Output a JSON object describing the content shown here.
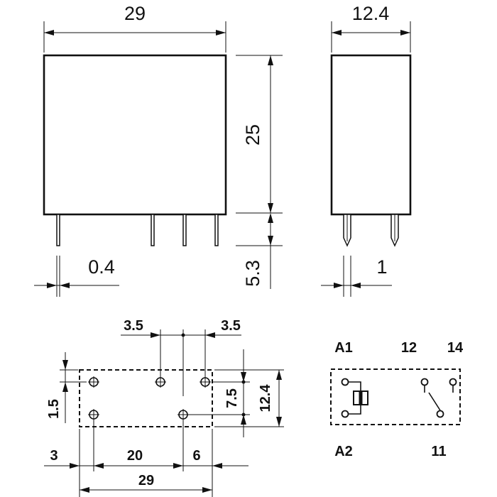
{
  "front_view": {
    "width": "29",
    "height": "25",
    "pin_length": "5.3",
    "pin_thickness": "0.4"
  },
  "side_view": {
    "width": "12.4",
    "pin_width": "1"
  },
  "footprint": {
    "offset_left_top": "3.5",
    "offset_right_top": "3.5",
    "row_offset": "1.5",
    "row_spacing": "7.5",
    "total_height": "12.4",
    "margin_left": "3",
    "pin_spacing": "20",
    "spacing_right": "6",
    "total_width": "29"
  },
  "schematic": {
    "terminal_a1": "A1",
    "terminal_a2": "A2",
    "terminal_12": "12",
    "terminal_14": "14",
    "terminal_11": "11"
  }
}
